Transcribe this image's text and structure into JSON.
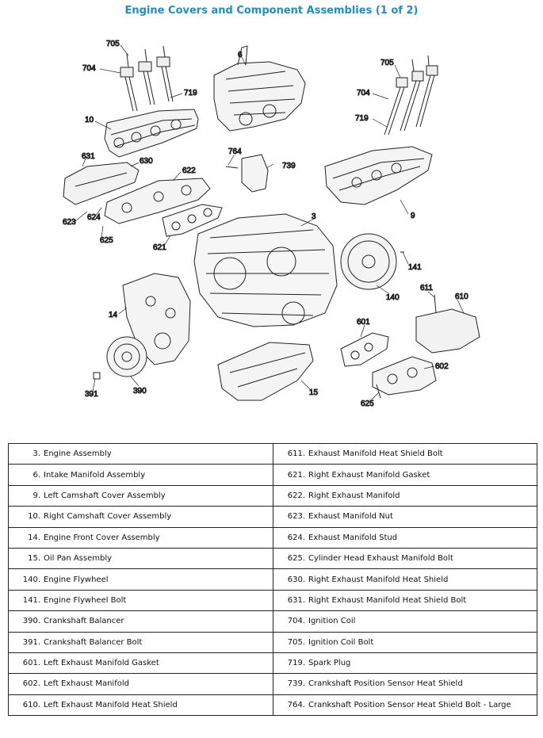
{
  "title": "Engine Covers and Component Assemblies (1 of 2)",
  "callouts": [
    "705",
    "704",
    "719",
    "10",
    "6",
    "705",
    "704",
    "719",
    "9",
    "631",
    "630",
    "622",
    "623",
    "624",
    "625",
    "764",
    "739",
    "621",
    "3",
    "141",
    "140",
    "14",
    "611",
    "610",
    "601",
    "602",
    "391",
    "390",
    "15",
    "625"
  ],
  "legend": {
    "left": [
      {
        "num": "3.",
        "name": "Engine Assembly"
      },
      {
        "num": "6.",
        "name": "Intake Manifold Assembly"
      },
      {
        "num": "9.",
        "name": "Left Camshaft Cover Assembly"
      },
      {
        "num": "10.",
        "name": "Right Camshaft Cover Assembly"
      },
      {
        "num": "14.",
        "name": "Engine Front Cover Assembly"
      },
      {
        "num": "15.",
        "name": "Oil Pan Assembly"
      },
      {
        "num": "140.",
        "name": "Engine Flywheel"
      },
      {
        "num": "141.",
        "name": "Engine Flywheel Bolt"
      },
      {
        "num": "390.",
        "name": "Crankshaft Balancer"
      },
      {
        "num": "391.",
        "name": "Crankshaft Balancer Bolt"
      },
      {
        "num": "601.",
        "name": "Left Exhaust Manifold Gasket"
      },
      {
        "num": "602.",
        "name": "Left Exhaust Manifold"
      },
      {
        "num": "610.",
        "name": "Left Exhaust Manifold Heat Shield"
      }
    ],
    "right": [
      {
        "num": "611.",
        "name": "Exhaust Manifold Heat Shield Bolt"
      },
      {
        "num": "621.",
        "name": "Right Exhaust Manifold Gasket"
      },
      {
        "num": "622.",
        "name": "Right Exhaust Manifold"
      },
      {
        "num": "623.",
        "name": "Exhaust Manifold Nut"
      },
      {
        "num": "624.",
        "name": "Exhaust Manifold Stud"
      },
      {
        "num": "625.",
        "name": "Cylinder Head Exhaust Manifold Bolt"
      },
      {
        "num": "630.",
        "name": "Right Exhaust Manifold Heat Shield"
      },
      {
        "num": "631.",
        "name": "Right Exhaust Manifold Heat Shield Bolt"
      },
      {
        "num": "704.",
        "name": "Ignition Coil"
      },
      {
        "num": "705.",
        "name": "Ignition Coil Bolt"
      },
      {
        "num": "719.",
        "name": "Spark Plug"
      },
      {
        "num": "739.",
        "name": "Crankshaft Position Sensor Heat Shield"
      },
      {
        "num": "764.",
        "name": "Crankshaft Position Sensor Heat Shield Bolt - Large"
      }
    ]
  }
}
